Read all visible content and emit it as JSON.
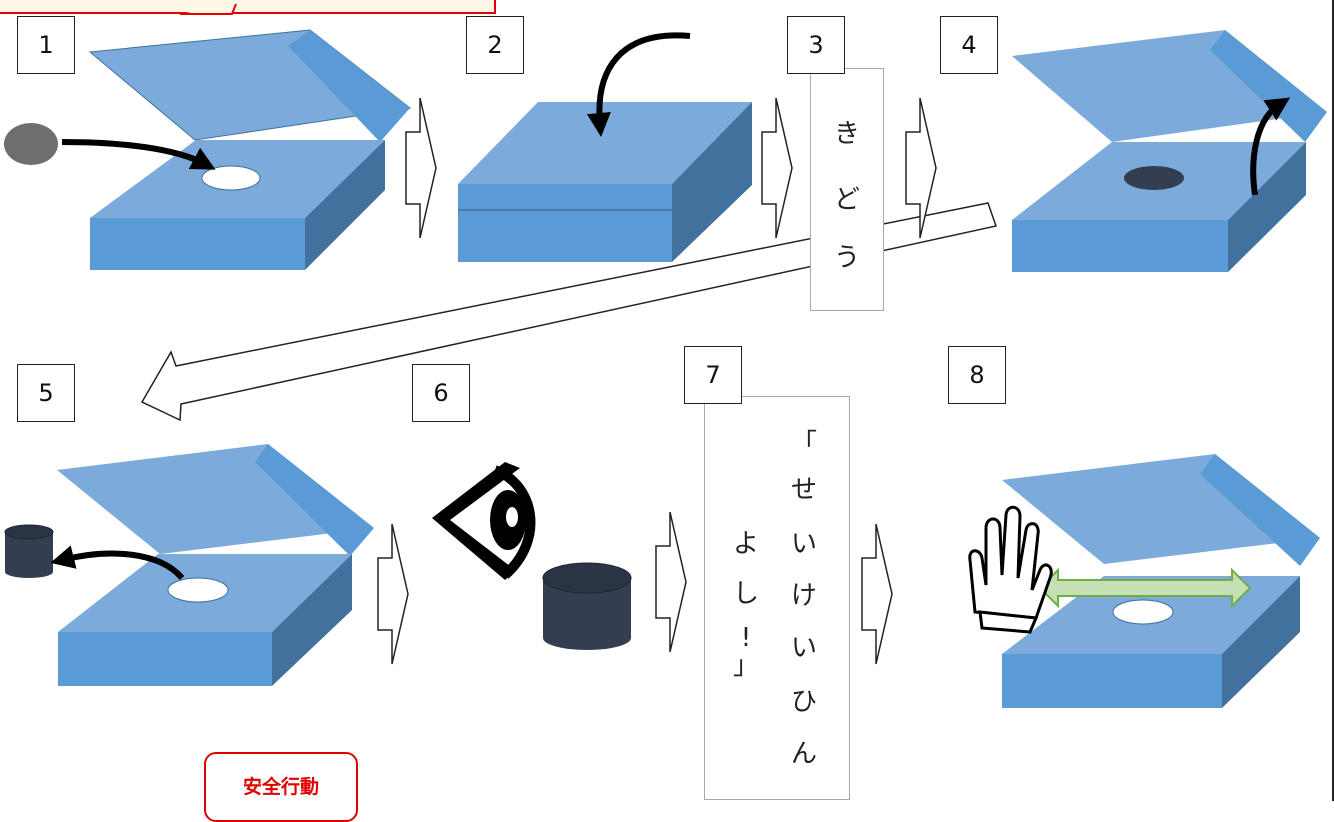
{
  "steps": [
    {
      "number": "1"
    },
    {
      "number": "2"
    },
    {
      "number": "3"
    },
    {
      "number": "4"
    },
    {
      "number": "5"
    },
    {
      "number": "6"
    },
    {
      "number": "7"
    },
    {
      "number": "8"
    }
  ],
  "step3_text": [
    "き",
    "ど",
    "う"
  ],
  "step7_text": {
    "column_right": [
      "「",
      "せ",
      "い",
      "け",
      "い",
      "ひ",
      "ん"
    ],
    "column_left": [
      "よ",
      "し",
      "!",
      "」"
    ]
  },
  "badge": {
    "label": "安全行動"
  },
  "colors": {
    "box_top": "#7baadb",
    "box_front": "#5b9bd5",
    "box_side": "#41719c",
    "hole": "#ffffff",
    "dark_item": "#333f50",
    "arrow_green": "#a9d18e",
    "alert_red": "#e00000"
  },
  "icons": [
    "ball-icon",
    "curved-arrow-icon",
    "eye-icon",
    "cylinder-icon",
    "glove-icon",
    "double-arrow-icon",
    "block-arrow-icon"
  ]
}
